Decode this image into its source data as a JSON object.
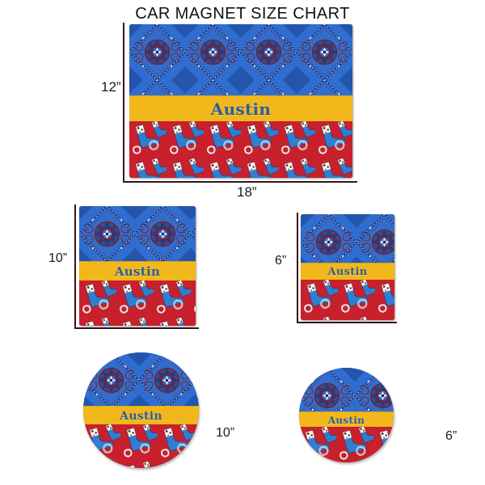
{
  "title": "CAR MAGNET SIZE CHART",
  "personalization": {
    "name": "Austin"
  },
  "colors": {
    "bandana_blue": "#2f6ed0",
    "bandana_dark": "#1b3f8f",
    "bandana_maroon": "#7d1f28",
    "band_yellow": "#f2b81b",
    "bottom_red": "#c8202c",
    "name_blue": "#2a5ea8",
    "boot_blue": "#2f7fd0",
    "accent_white": "#ffffff",
    "rule_dark": "#3a1414",
    "title_black": "#111111",
    "page_background": "#ffffff"
  },
  "magnets": [
    {
      "id": "large-rect",
      "shape": "rectangle",
      "height_label": "12”",
      "width_label": "18”",
      "name": "Austin"
    },
    {
      "id": "medium-square",
      "shape": "square",
      "size_label": "10”",
      "name": "Austin"
    },
    {
      "id": "small-square",
      "shape": "square",
      "size_label": "6”",
      "name": "Austin"
    },
    {
      "id": "large-circle",
      "shape": "circle",
      "size_label": "10”",
      "name": "Austin"
    },
    {
      "id": "small-circle",
      "shape": "circle",
      "size_label": "6”",
      "name": "Austin"
    }
  ],
  "design": {
    "pattern_top": "blue-bandana-paisley",
    "pattern_bottom": "red-cowboy-boots-horseshoes",
    "band": "yellow-name-banner"
  }
}
